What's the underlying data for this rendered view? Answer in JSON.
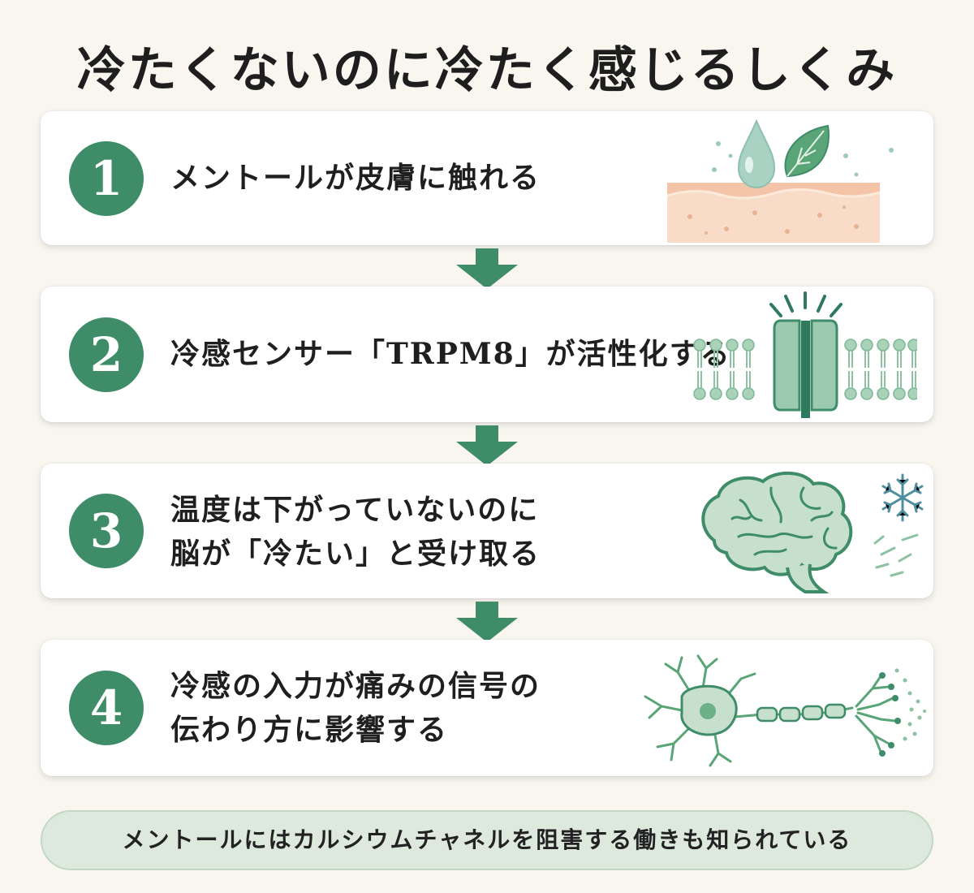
{
  "title": "冷たくないのに冷たく感じるしくみ",
  "steps": [
    {
      "number": "1",
      "lines": [
        "メントールが皮膚に触れる"
      ],
      "icon": "skin-droplet-leaf-icon"
    },
    {
      "number": "2",
      "lines": [
        "冷感センサー「TRPM8」が活性化する"
      ],
      "icon": "ion-channel-membrane-icon"
    },
    {
      "number": "3",
      "lines": [
        "温度は下がっていないのに",
        "脳が「冷たい」と受け取る"
      ],
      "icon": "brain-snowflake-icon"
    },
    {
      "number": "4",
      "lines": [
        "冷感の入力が痛みの信号の",
        "伝わり方に影響する"
      ],
      "icon": "neuron-icon"
    }
  ],
  "note": "メントールにはカルシウムチャネルを阻害する働きも知られている",
  "colors": {
    "accent": "#3e8c68",
    "card": "#ffffff",
    "background": "#f8f6ef",
    "note_bg": "#dde9dc"
  }
}
